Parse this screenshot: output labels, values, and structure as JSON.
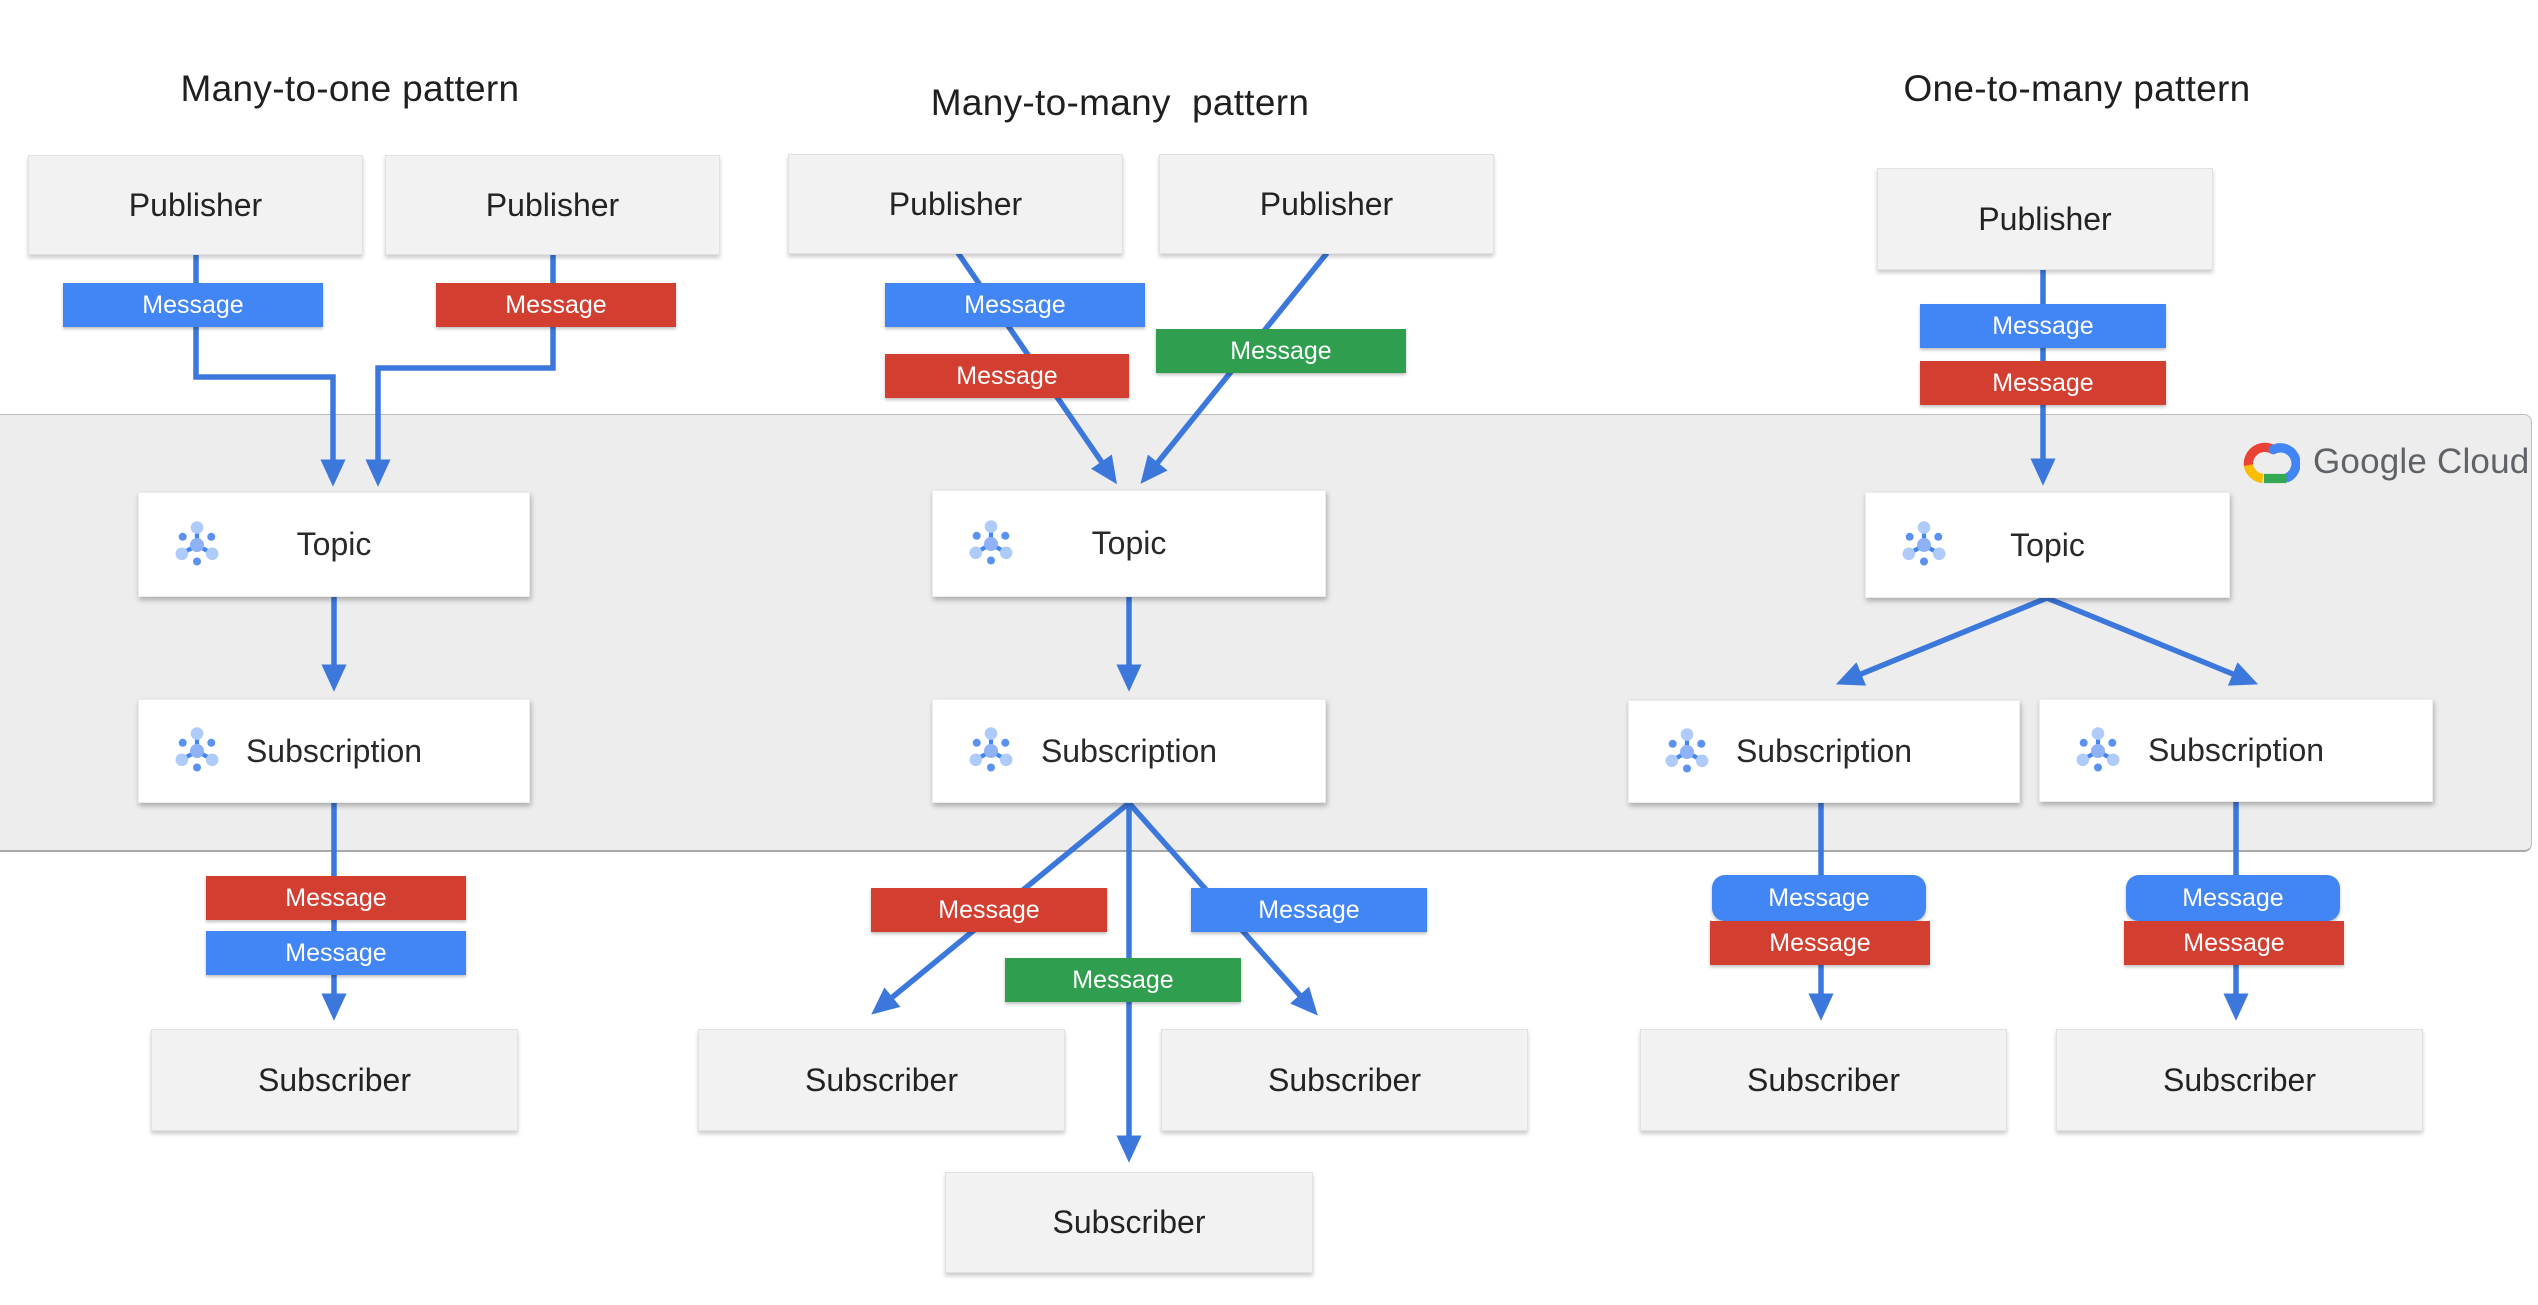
{
  "patterns": [
    {
      "title": "Many-to-one pattern",
      "publishers": 2,
      "topics": 1,
      "subscriptions": 1,
      "subscribers": 1
    },
    {
      "title": "Many-to-many  pattern",
      "publishers": 2,
      "topics": 1,
      "subscriptions": 1,
      "subscribers": 3
    },
    {
      "title": "One-to-many pattern",
      "publishers": 1,
      "topics": 1,
      "subscriptions": 2,
      "subscribers": 2
    }
  ],
  "labels": {
    "publisher": "Publisher",
    "subscriber": "Subscriber",
    "topic": "Topic",
    "subscription": "Subscription",
    "message": "Message"
  },
  "logo": {
    "text": "Google Cloud"
  },
  "icons": {
    "pubsub": "pubsub-hub-icon",
    "cloud": "google-cloud-icon"
  },
  "colors": {
    "message_blue": "#4285F4",
    "message_red": "#D23F31",
    "message_green": "#2F9E4F",
    "connector_blue": "#3C78DC",
    "band_bg": "#EDEDED",
    "box_gray": "#F2F2F2",
    "box_white": "#FFFFFF",
    "text_dark": "#212121",
    "logo_text": "#5F6368",
    "logo_red": "#EA4335",
    "logo_blue": "#4285F4",
    "logo_green": "#34A853",
    "logo_yellow": "#FBBC04",
    "pubsub_center": "#8FB1F6",
    "pubsub_satellite": "#AFCBFA",
    "pubsub_dot": "#5B92F0",
    "pubsub_stub": "#4285F4"
  }
}
